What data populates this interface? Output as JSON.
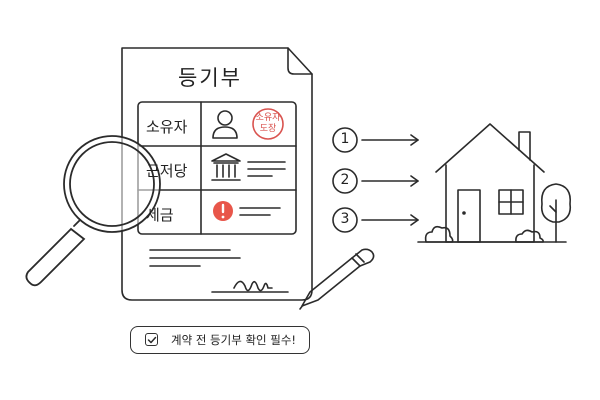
{
  "document": {
    "title": "등기부",
    "rows": [
      {
        "label": "소유자",
        "icon": "person-icon"
      },
      {
        "label": "근저당",
        "icon": "bank-icon"
      },
      {
        "label": "세금",
        "icon": "exclamation-icon"
      }
    ],
    "stamp_text": [
      "소유자",
      "도장"
    ]
  },
  "steps": [
    "1",
    "2",
    "3"
  ],
  "reminder": {
    "text": "계약 전 등기부 확인 필수!"
  },
  "colors": {
    "line": "#2b2b2b",
    "stamp": "#d9534f",
    "alert": "#e8564a",
    "background": "#ffffff"
  }
}
